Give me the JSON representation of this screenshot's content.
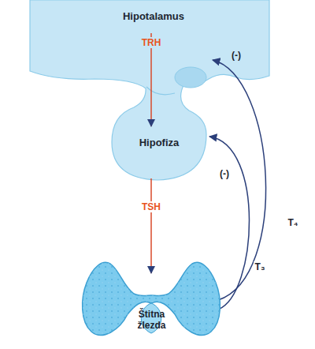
{
  "diagram": {
    "nodes": [
      {
        "text": [
          "Hipotalamus"
        ]
      },
      {
        "text": [
          "Hipofiza"
        ]
      },
      {
        "text": [
          "Štitna žlezda"
        ]
      }
    ],
    "edges": [
      {
        "from": 0,
        "to": 1,
        "arrow": "to",
        "label": "TRH"
      },
      {
        "from": 1,
        "to": 2,
        "arrow": "to",
        "label": "TSH"
      },
      {
        "from": 2,
        "to": 0,
        "arrow": "to",
        "label": "(-)"
      },
      {
        "from": 2,
        "to": 1,
        "arrow": "to",
        "label": "(-)"
      }
    ],
    "labels": [
      "T₄",
      "T₃"
    ]
  }
}
